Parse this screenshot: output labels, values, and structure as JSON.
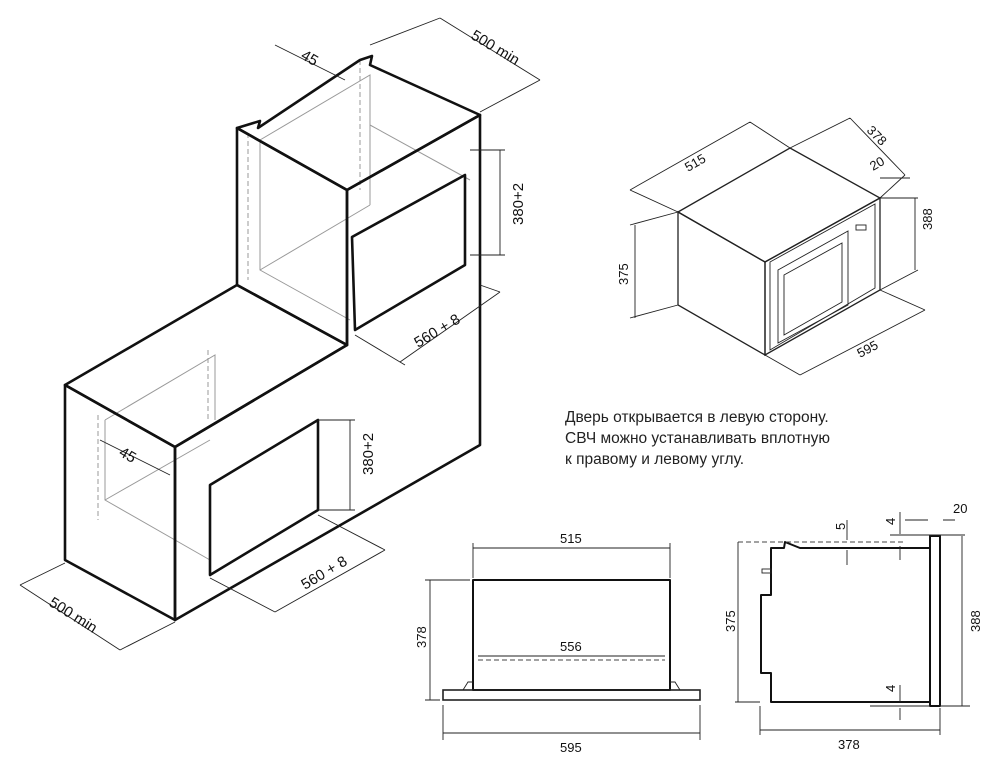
{
  "niche_upper": {
    "depth_offset": "45",
    "depth_min": "500 min",
    "height": "380+2",
    "width": "560 + 8"
  },
  "niche_lower": {
    "depth_offset": "45",
    "height": "380+2",
    "width": "560 + 8",
    "depth_min": "500 min"
  },
  "product_iso": {
    "width": "515",
    "depth": "378",
    "door": "20",
    "height_total": "388",
    "height_body": "375",
    "width_total": "595"
  },
  "note": {
    "lines": [
      "Дверь открывается в левую сторону.",
      "СВЧ можно устанавливать вплотную",
      "к правому и левому углу."
    ]
  },
  "front_view": {
    "top_width": "515",
    "height": "378",
    "inner_width": "556",
    "total_width": "595"
  },
  "side_view": {
    "gap_top": "5",
    "gap_top_frame": "4",
    "door": "20",
    "body_height": "375",
    "total_height": "388",
    "gap_bottom": "4",
    "depth": "378"
  }
}
